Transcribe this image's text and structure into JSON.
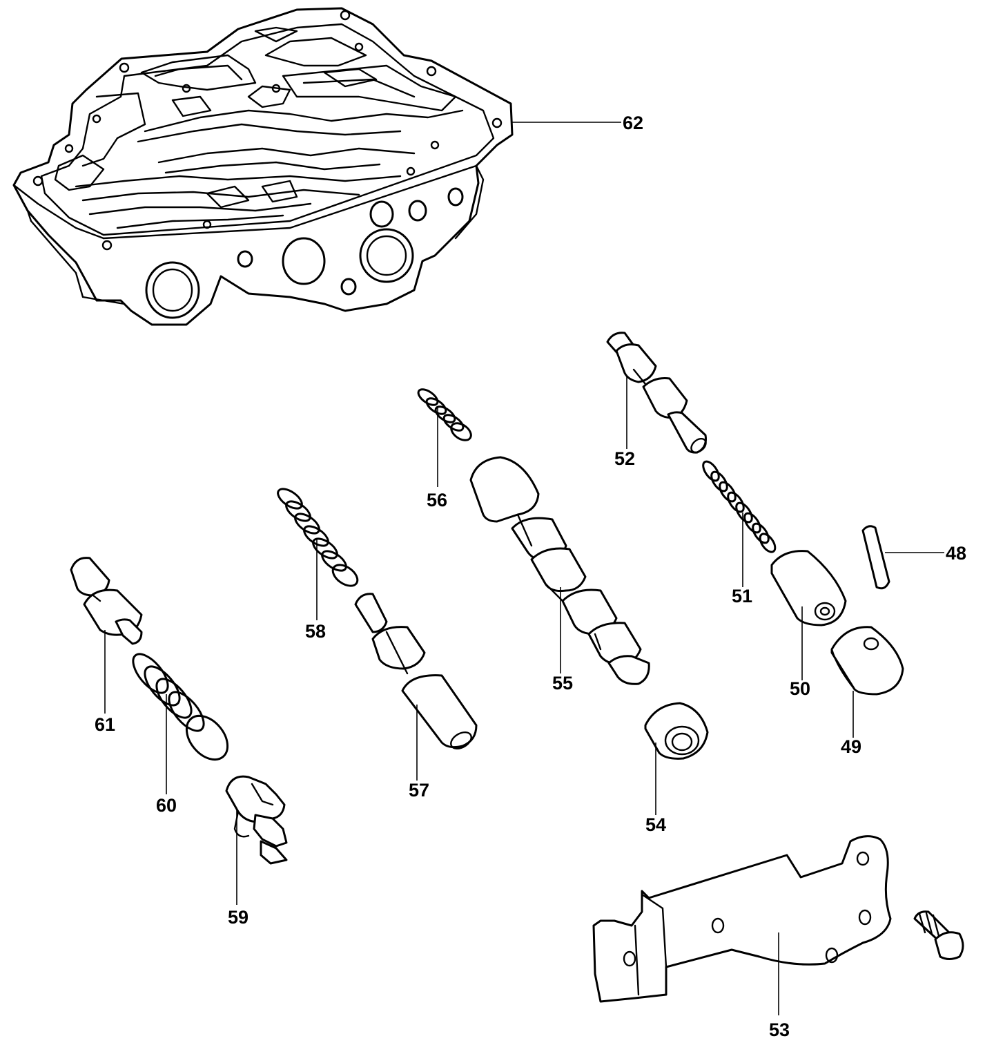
{
  "callouts": {
    "c48": "48",
    "c49": "49",
    "c50": "50",
    "c51": "51",
    "c52": "52",
    "c53": "53",
    "c54": "54",
    "c55": "55",
    "c56": "56",
    "c57": "57",
    "c58": "58",
    "c59": "59",
    "c60": "60",
    "c61": "61",
    "c62": "62"
  }
}
